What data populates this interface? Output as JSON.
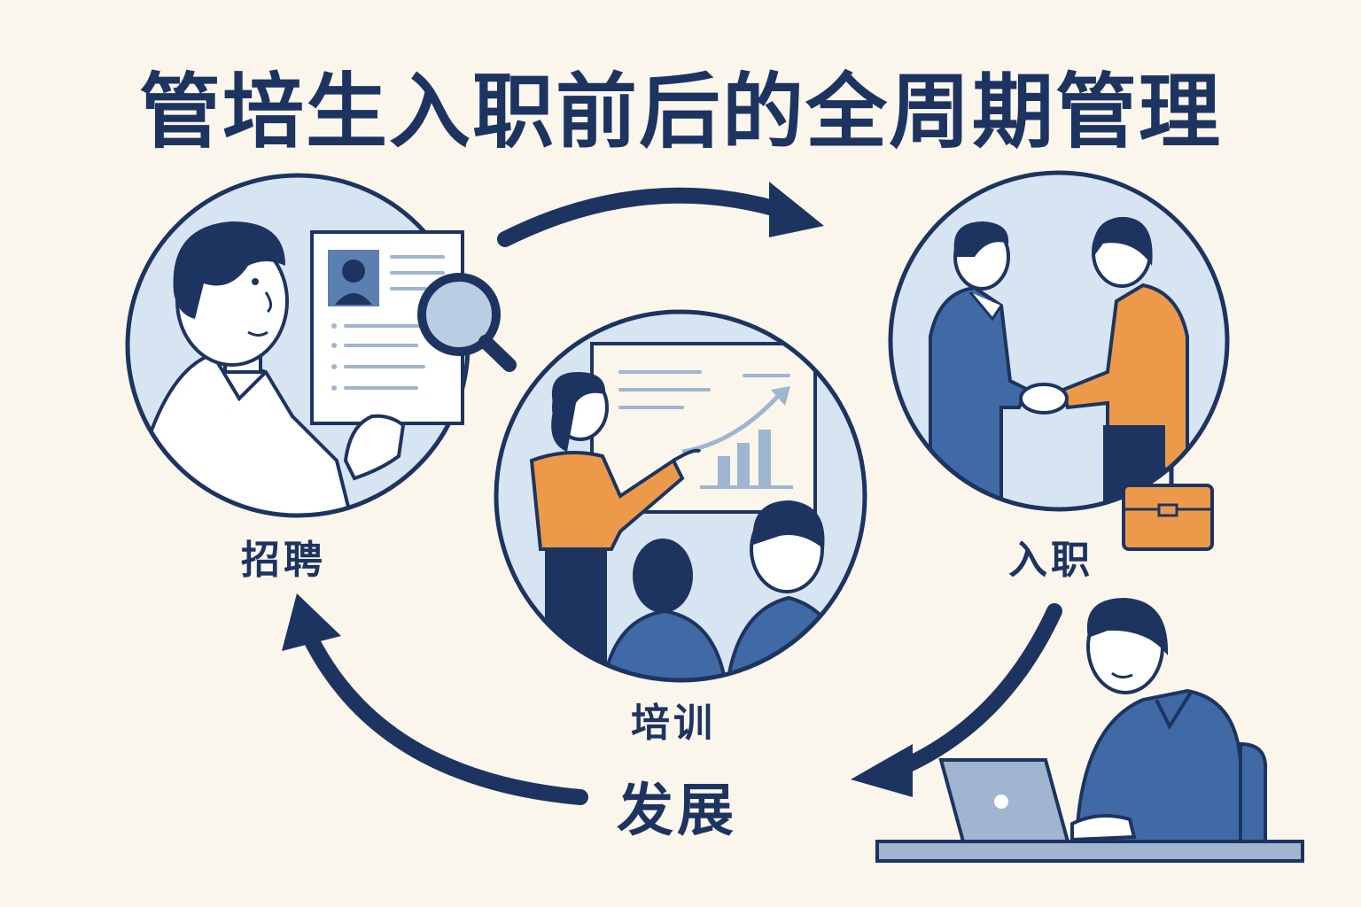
{
  "title": "管培生入职前后的全周期管理",
  "stages": {
    "recruit": "招聘",
    "training": "培训",
    "onboard": "入职",
    "develop": "发展"
  },
  "colors": {
    "navy": "#1d3461",
    "blue": "#3f6aa6",
    "light_blue": "#d7e4f1",
    "orange": "#ec9a4a",
    "background": "#fbf6ec"
  }
}
